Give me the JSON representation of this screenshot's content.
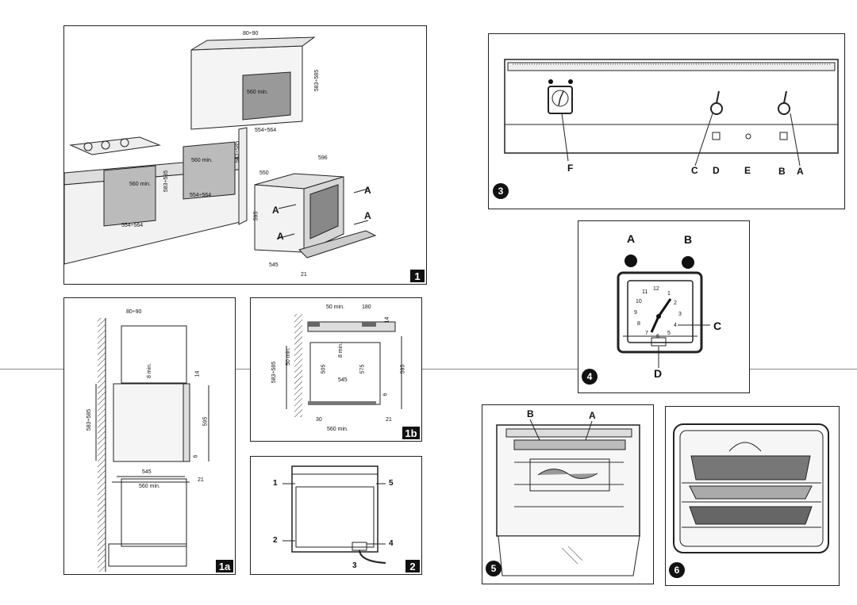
{
  "fig1": {
    "badge": "1",
    "dims": {
      "top_gap": "80÷90",
      "upper_depth": "560 min.",
      "upper_height": "583÷585",
      "upper_width": "554÷564",
      "mid_depth": "560 min.",
      "mid_height": "583÷585",
      "mid_width": "554÷564",
      "low_depth": "560 min.",
      "low_height": "583÷585",
      "low_width": "554÷564",
      "oven_550": "550",
      "oven_596": "596",
      "oven_595": "595",
      "oven_545": "545",
      "oven_21": "21"
    },
    "arrow_label": "A"
  },
  "fig1a": {
    "badge": "1a",
    "dims": {
      "top": "80÷90",
      "height": "583÷585",
      "gap": "8 min.",
      "d14": "14",
      "d595": "595",
      "d6": "6",
      "d545": "545",
      "d560": "560 min.",
      "d21": "21"
    }
  },
  "fig1b": {
    "badge": "1b",
    "dims": {
      "top50": "50 min.",
      "top180": "180",
      "d14": "14",
      "height": "583÷585",
      "side50": "50 min.",
      "gap8": "8 min.",
      "d505": "505",
      "d575": "575",
      "d595": "595",
      "d545": "545",
      "d6": "6",
      "d30": "30",
      "d21": "21",
      "d560": "560 min."
    }
  },
  "fig2": {
    "badge": "2",
    "labels": [
      "1",
      "5",
      "2",
      "4",
      "3"
    ]
  },
  "fig3": {
    "badge": "3",
    "labels": [
      "F",
      "C",
      "D",
      "E",
      "B",
      "A"
    ]
  },
  "fig4": {
    "badge": "4",
    "labels": [
      "A",
      "B",
      "C",
      "D"
    ],
    "clock_numbers": [
      "12",
      "1",
      "2",
      "3",
      "4",
      "5",
      "6",
      "7",
      "8",
      "9",
      "10",
      "11"
    ]
  },
  "fig5": {
    "badge": "5",
    "labels": [
      "B",
      "A"
    ]
  },
  "fig6": {
    "badge": "6"
  }
}
